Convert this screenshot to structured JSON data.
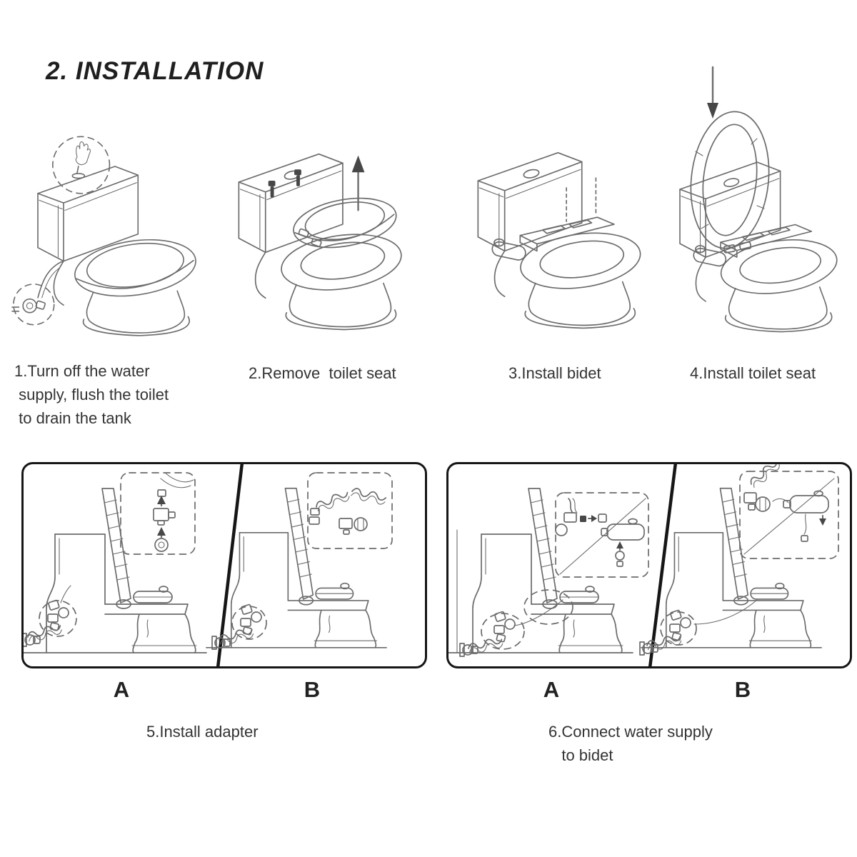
{
  "title": "2. INSTALLATION",
  "colors": {
    "ink": "#2d2d2d",
    "line_art": "#6b6b6b",
    "panel_border": "#161616",
    "background": "#ffffff"
  },
  "steps": [
    {
      "caption": "1.Turn off the water\n supply, flush the toilet\n to drain the tank",
      "illustration": "toilet-with-flush-button-and-shutoff-valve-circled"
    },
    {
      "caption": "2.Remove  toilet seat",
      "illustration": "toilet-with-seat-lifted-and-up-arrow"
    },
    {
      "caption": "3.Install bidet",
      "illustration": "toilet-with-bidet-plate-being-lowered"
    },
    {
      "caption": "4.Install toilet seat",
      "illustration": "toilet-with-seat-upright-and-down-arrow"
    }
  ],
  "panels": [
    {
      "caption": "5.Install adapter",
      "options": [
        {
          "label": "A"
        },
        {
          "label": "B"
        }
      ],
      "illustration": "adapter-install-options-a-b"
    },
    {
      "caption": "6.Connect water supply\n   to bidet",
      "options": [
        {
          "label": "A"
        },
        {
          "label": "B"
        }
      ],
      "illustration": "water-supply-connection-options-a-b"
    }
  ],
  "icons": {
    "up_arrow": "↑",
    "down_arrow": "↓"
  }
}
